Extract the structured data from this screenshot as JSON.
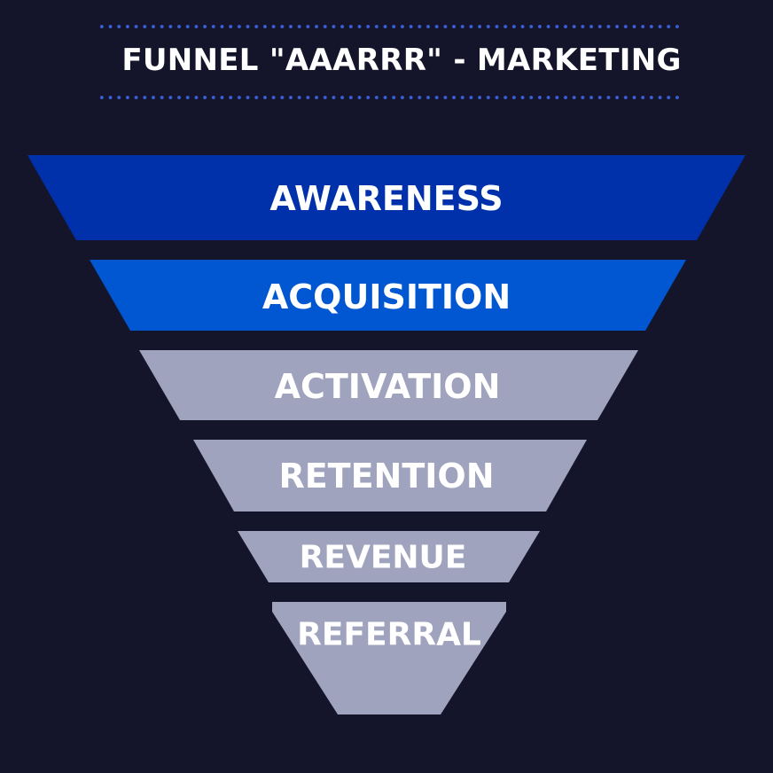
{
  "title": "FUNNEL \"AAARRR\" - MARKETING",
  "colors": {
    "background": "#14152a",
    "dots": "#3b5fd9",
    "dark_blue": "#0030aa",
    "blue": "#0057d1",
    "gray": "#a0a3be",
    "text": "#ffffff"
  },
  "stages": [
    {
      "label": "AWARENESS",
      "color": "#0030aa"
    },
    {
      "label": "ACQUISITION",
      "color": "#0057d1"
    },
    {
      "label": "ACTIVATION",
      "color": "#a0a3be"
    },
    {
      "label": "RETENTION",
      "color": "#a0a3be"
    },
    {
      "label": "REVENUE",
      "color": "#a0a3be"
    },
    {
      "label": "REFERRAL",
      "color": "#a0a3be"
    }
  ]
}
